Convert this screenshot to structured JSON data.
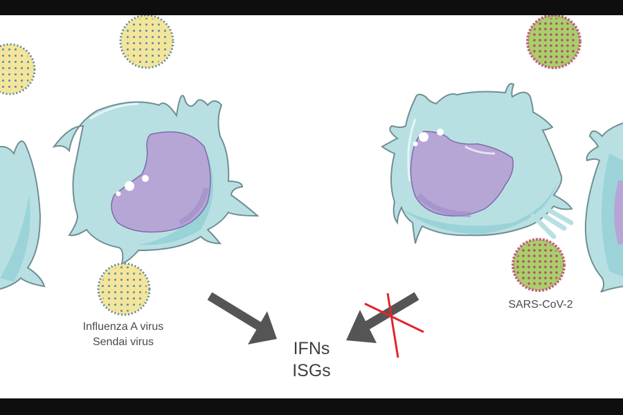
{
  "figure": {
    "left_panel": {
      "virus_label_line1": "Influenza A virus",
      "virus_label_line2": "Sendai virus",
      "virus_color": "#f3e59a",
      "virus_spike_color": "#5d87a8"
    },
    "right_panel": {
      "virus_label": "SARS-CoV-2",
      "virus_color": "#a9cf6a",
      "virus_spike_color": "#b2506a"
    },
    "outcome": {
      "line1": "IFNs",
      "line2": "ISGs"
    },
    "colors": {
      "cell_cytoplasm": "#b8e0e3",
      "cell_shadow": "#8fcdd3",
      "cell_outline": "#6f8e92",
      "nucleus": "#b6a6d6",
      "nucleus_shadow": "#9d8bc7",
      "arrow": "#555555",
      "block_cross": "#e0252b"
    }
  }
}
